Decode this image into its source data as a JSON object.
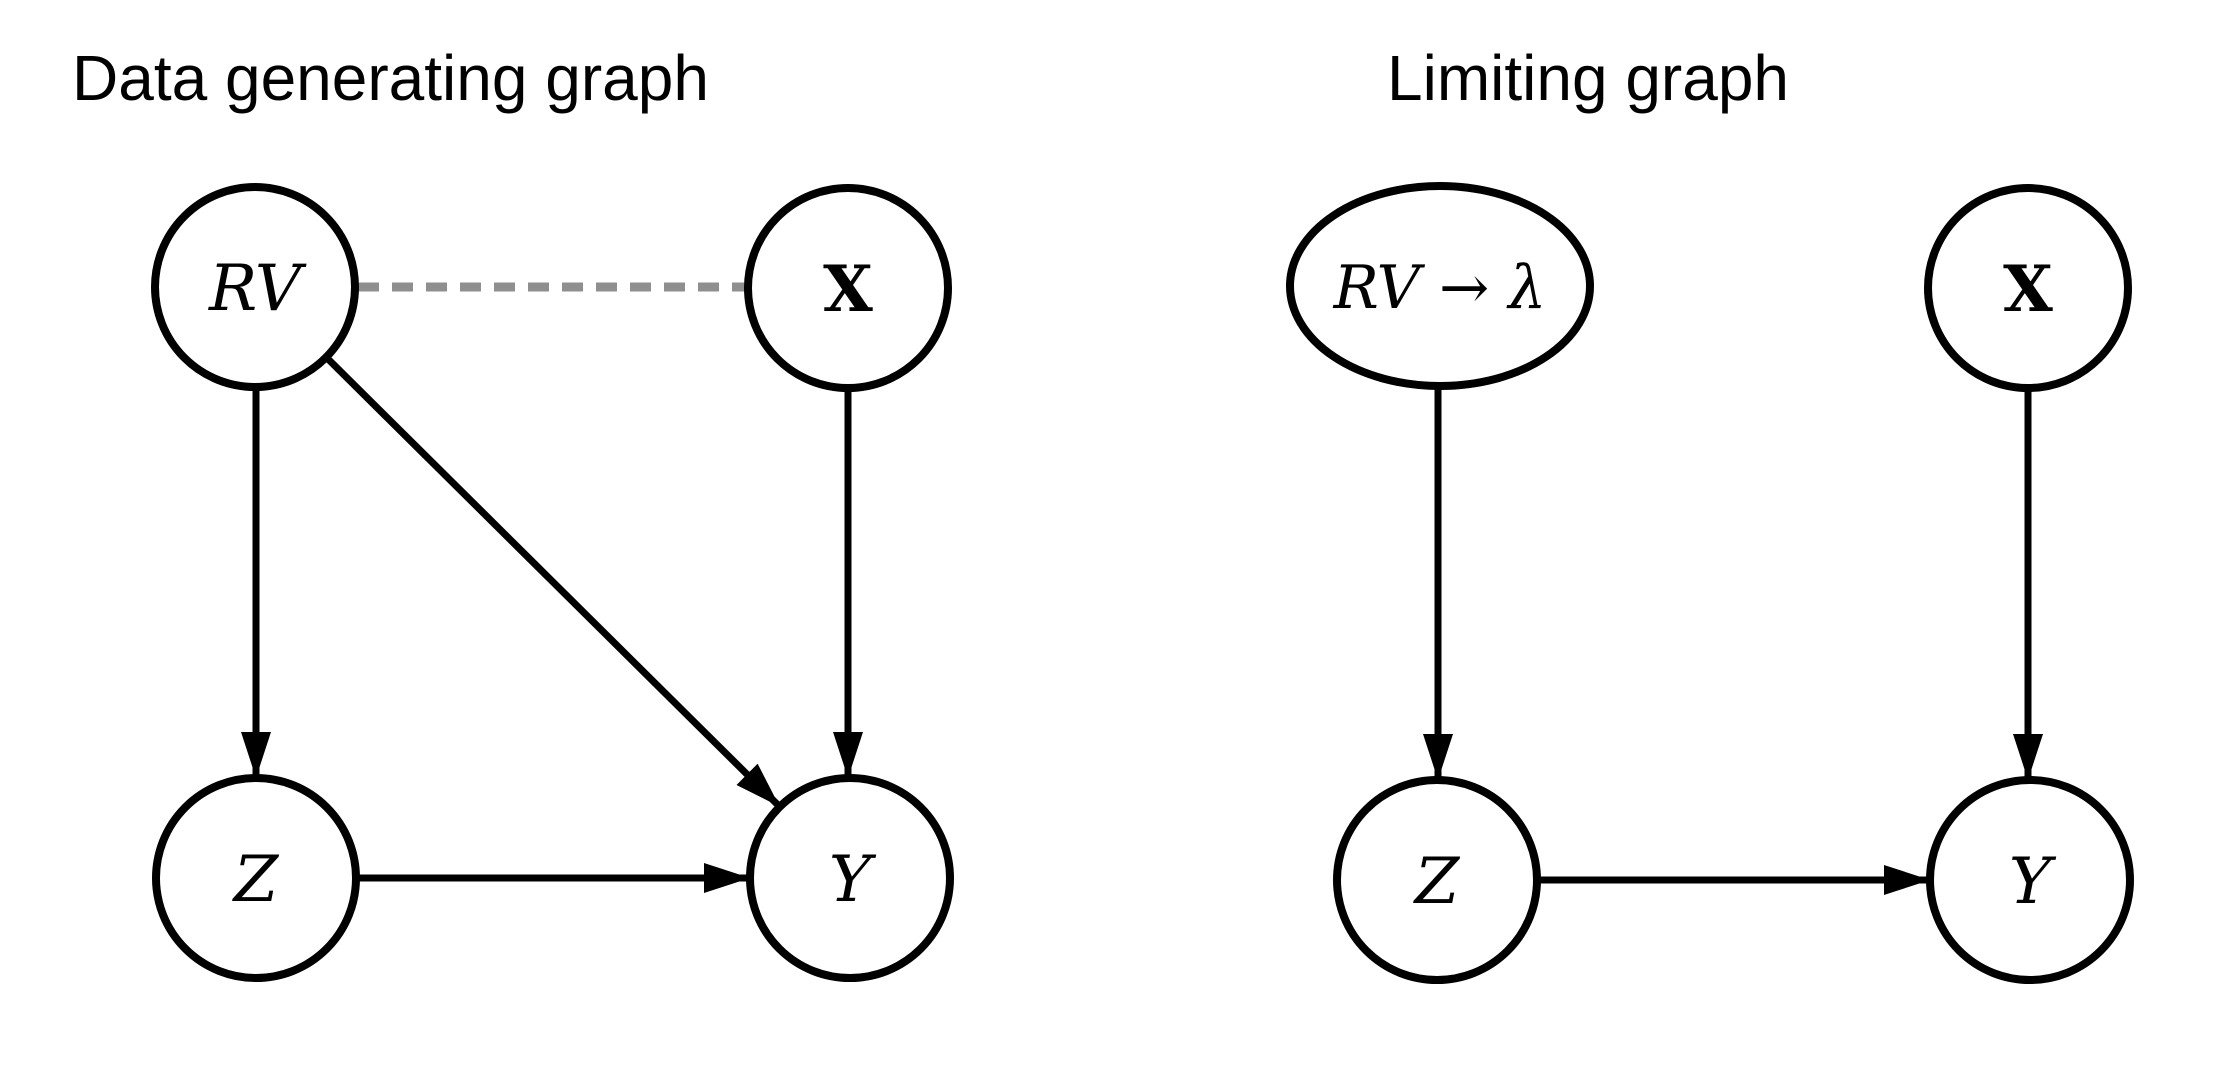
{
  "figure": {
    "background": "#ffffff",
    "colors": {
      "node_stroke": "#000000",
      "edge": "#000000",
      "dashed_edge": "#8f8f8f",
      "label": "#000000"
    }
  },
  "left_graph": {
    "title": "Data generating graph",
    "nodes": {
      "rv": {
        "label": "RV",
        "shape": "circle"
      },
      "x": {
        "label": "X",
        "shape": "circle"
      },
      "z": {
        "label": "Z",
        "shape": "circle"
      },
      "y": {
        "label": "Y",
        "shape": "circle"
      }
    },
    "edges": [
      {
        "from": "RV",
        "to": "X",
        "style": "dashed",
        "directed": false,
        "color": "#8f8f8f"
      },
      {
        "from": "RV",
        "to": "Z",
        "style": "solid",
        "directed": true
      },
      {
        "from": "RV",
        "to": "Y",
        "style": "solid",
        "directed": true
      },
      {
        "from": "X",
        "to": "Y",
        "style": "solid",
        "directed": true
      },
      {
        "from": "Z",
        "to": "Y",
        "style": "solid",
        "directed": true
      }
    ]
  },
  "right_graph": {
    "title": "Limiting graph",
    "nodes": {
      "rv_lambda": {
        "label": "RV → λ",
        "shape": "ellipse"
      },
      "x": {
        "label": "X",
        "shape": "circle"
      },
      "z": {
        "label": "Z",
        "shape": "circle"
      },
      "y": {
        "label": "Y",
        "shape": "circle"
      }
    },
    "edges": [
      {
        "from": "RV → λ",
        "to": "Z",
        "style": "solid",
        "directed": true
      },
      {
        "from": "X",
        "to": "Y",
        "style": "solid",
        "directed": true
      },
      {
        "from": "Z",
        "to": "Y",
        "style": "solid",
        "directed": true
      }
    ]
  }
}
